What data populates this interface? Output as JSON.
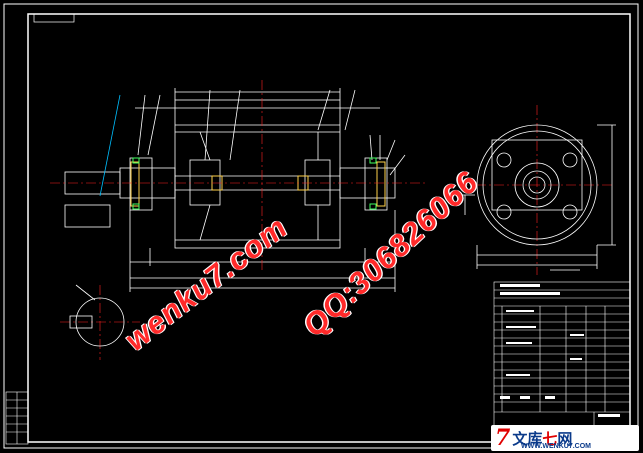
{
  "drawing": {
    "frame_color": "#ffffff",
    "line_color": "#ffffff",
    "center_color": "#ff2020",
    "leader_color": "#00bfff",
    "part_color": "#ffd24a"
  },
  "watermarks": {
    "site": "wenku7.com",
    "qq": "QQ:306826066",
    "color": "#ff2a2a"
  },
  "logo": {
    "mark": "7",
    "text_a": "文库",
    "text_b": "七",
    "text_c": "网",
    "url": "WWW.WENKU7.COM"
  }
}
